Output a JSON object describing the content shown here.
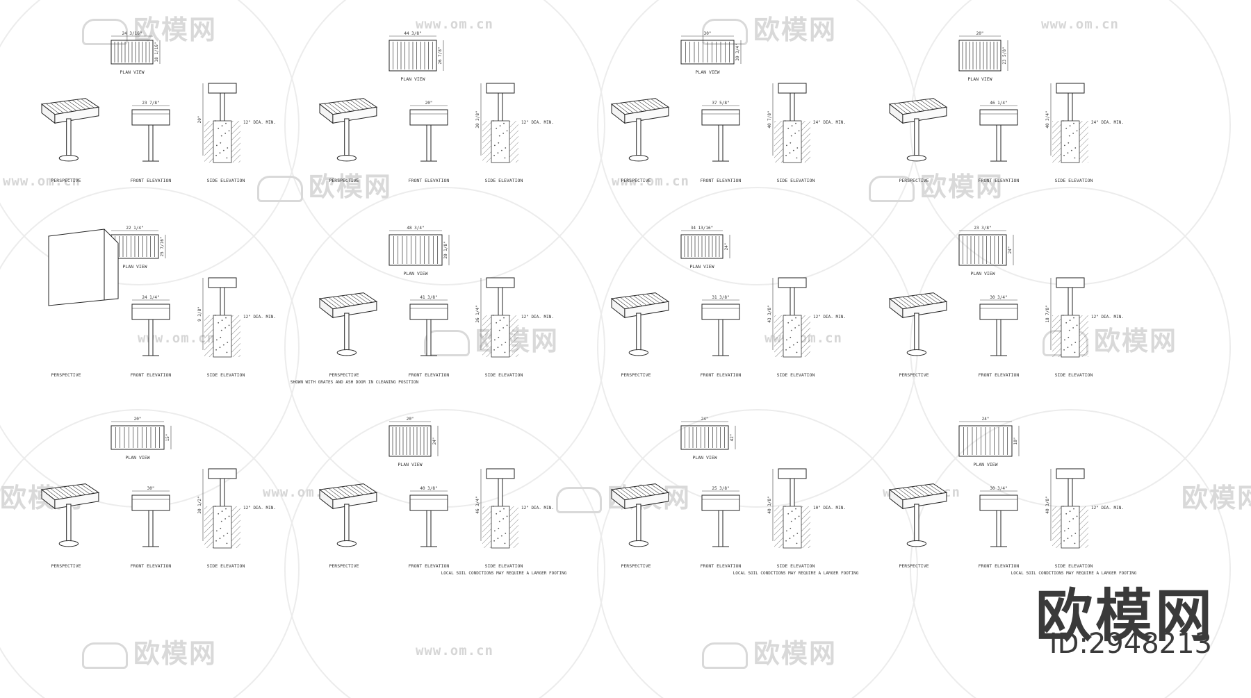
{
  "watermark": {
    "logo_text": "欧模网",
    "url_text": "www.om.cn"
  },
  "brand": {
    "name": "欧模网",
    "id": "ID:2948213"
  },
  "labels": {
    "perspective": "PERSPECTIVE",
    "front_elevation": "FRONT ELEVATION",
    "side_elevation": "SIDE ELEVATION",
    "plan_view": "PLAN VIEW",
    "dia_12": "12\" DIA. MIN.",
    "dia_24": "24\" DIA. MIN.",
    "dia_10": "10\" DIA. MIN.",
    "cleaning": "SHOWN WITH GRATES AND ASH DOOR IN CLEANING POSITION",
    "soil_note": "LOCAL SOIL CONDITIONS MAY REQUIRE A LARGER FOOTING"
  },
  "panels": [
    {
      "dims": [
        "24 3/16\"",
        "23 7/8\"",
        "20\"",
        "18 1/16\""
      ]
    },
    {
      "dims": [
        "44 3/8\"",
        "20\"",
        "30 3/8\"",
        "26 7/8\""
      ]
    },
    {
      "dims": [
        "30\"",
        "37 5/8\"",
        "40 7/8\"",
        "39 3/4\""
      ]
    },
    {
      "dims": [
        "20\"",
        "46 1/4\"",
        "40 3/4\"",
        "23 5/8\""
      ]
    },
    {
      "dims": [
        "22 1/4\"",
        "24 1/4\"",
        "9 3/8\"",
        "25 7/16\""
      ]
    },
    {
      "dims": [
        "48 3/4\"",
        "41 3/8\"",
        "36 1/4\"",
        "20 1/8\""
      ]
    },
    {
      "dims": [
        "34 13/16\"",
        "31 3/8\"",
        "43 3/8\"",
        "24\""
      ]
    },
    {
      "dims": [
        "23 3/8\"",
        "30 3/4\"",
        "18 7/8\"",
        "24\""
      ]
    },
    {
      "dims": [
        "20\"",
        "30\"",
        "30 1/2\"",
        "15\""
      ]
    },
    {
      "dims": [
        "20\"",
        "40 3/8\"",
        "46 3/4\"",
        "24\""
      ]
    },
    {
      "dims": [
        "24\"",
        "25 3/8\"",
        "40 3/8\"",
        "42\""
      ]
    },
    {
      "dims": [
        "24\"",
        "30 3/4\"",
        "40 3/8\"",
        "10\""
      ]
    }
  ]
}
